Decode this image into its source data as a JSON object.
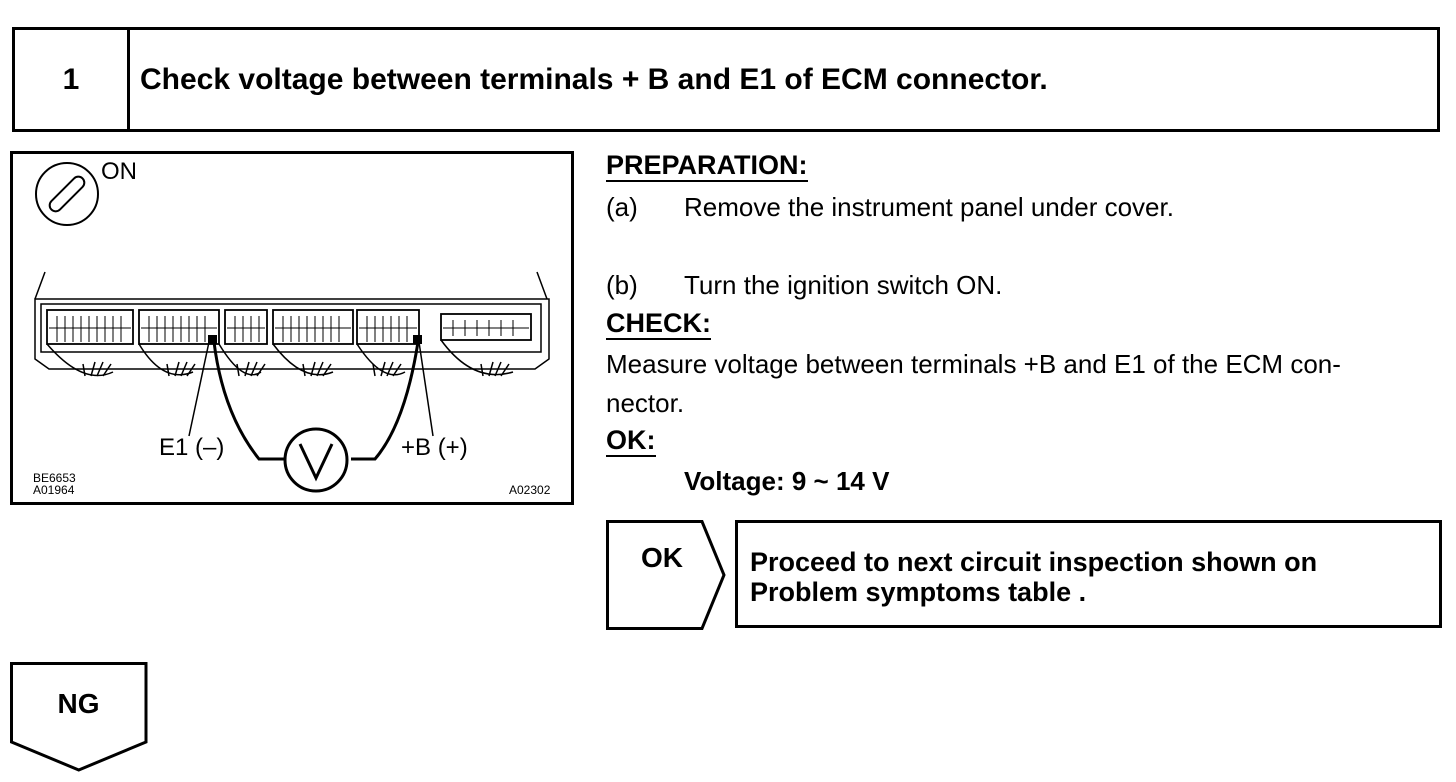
{
  "step": {
    "number": "1",
    "title": "Check voltage between terminals + B and E1 of ECM connector."
  },
  "diagram": {
    "switch_label": "ON",
    "e1_label": "E1 (–)",
    "b_label": "+B (+)",
    "meter_symbol": "V",
    "code_left_1": "BE6653",
    "code_left_2": "A01964",
    "code_right": "A02302",
    "switch_icon": "ignition-key-icon",
    "meter_icon": "voltmeter-icon"
  },
  "preparation": {
    "heading": "PREPARATION:",
    "steps": [
      {
        "letter": "(a)",
        "text": "Remove the instrument panel under cover."
      },
      {
        "letter": "(b)",
        "text": "Turn the ignition switch ON."
      }
    ]
  },
  "check": {
    "heading": "CHECK:",
    "line1": "Measure voltage between terminals +B and E1 of the ECM con-",
    "line2": "nector."
  },
  "ok": {
    "heading": "OK:",
    "spec": "Voltage: 9 ~ 14 V"
  },
  "result_ok": {
    "label": "OK",
    "line1": "Proceed to next circuit inspection shown on",
    "line2": "Problem symptoms table ."
  },
  "result_ng": {
    "label": "NG"
  }
}
